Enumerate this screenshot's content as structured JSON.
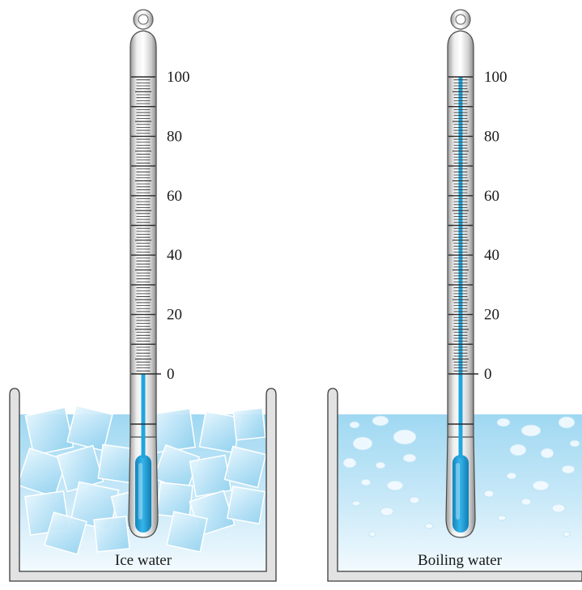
{
  "thermometers": [
    {
      "id": "ice",
      "caption": "Ice water",
      "reading": 0,
      "scale_labels": [
        "100",
        "80",
        "60",
        "40",
        "20",
        "0"
      ]
    },
    {
      "id": "boiling",
      "caption": "Boiling water",
      "reading": 100,
      "scale_labels": [
        "100",
        "80",
        "60",
        "40",
        "20",
        "0"
      ]
    }
  ],
  "colors": {
    "liquid": "#1fa6de",
    "water_top": "#a9dcf3",
    "water_bottom": "#eef8fd",
    "glass": "#d6d6d6",
    "outline": "#3a3a3a"
  }
}
